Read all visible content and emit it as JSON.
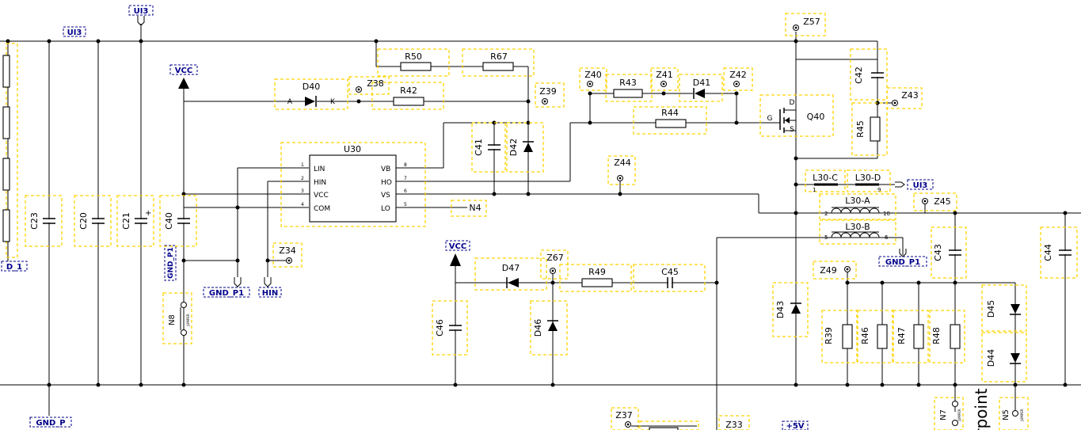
{
  "schematic": {
    "ports": {
      "ui3_top": "UI3",
      "ui3_left": "UI3",
      "ui3_right": "UI3",
      "vcc_1": "VCC",
      "vcc_2": "VCC",
      "gnd_p1_vert": "GND_P1",
      "gnd_p1_bottom": "GND_P1",
      "gnd_p1_right": "GND_P1",
      "hin": "HIN",
      "gnd_p": "GND_P",
      "d_left": "D_1",
      "plus5v": "+5V"
    },
    "ic": {
      "name": "U30",
      "pins_left": [
        {
          "num": "1",
          "label": "LIN"
        },
        {
          "num": "2",
          "label": "HIN"
        },
        {
          "num": "3",
          "label": "VCC"
        },
        {
          "num": "4",
          "label": "COM"
        }
      ],
      "pins_right": [
        {
          "num": "8",
          "label": "VB"
        },
        {
          "num": "7",
          "label": "HO"
        },
        {
          "num": "6",
          "label": "VS"
        },
        {
          "num": "5",
          "label": "LO"
        }
      ]
    },
    "resistors": [
      "R50",
      "R67",
      "R42",
      "R43",
      "R44",
      "R45",
      "R49",
      "R39",
      "R46",
      "R47",
      "R48"
    ],
    "capacitors": [
      "C23",
      "C20",
      "C21",
      "C40",
      "C41",
      "C42",
      "C43",
      "C44",
      "C45",
      "C46"
    ],
    "diodes": [
      "D40",
      "D41",
      "D42",
      "D43",
      "D44",
      "D45",
      "D46",
      "D47"
    ],
    "diode_pins": {
      "anode": "A",
      "cathode": "K"
    },
    "test_points": [
      "Z57",
      "Z38",
      "Z39",
      "Z40",
      "Z41",
      "Z42",
      "Z43",
      "Z44",
      "Z45",
      "Z34",
      "Z67",
      "Z49",
      "Z37",
      "Z33"
    ],
    "jumpers": [
      "N8",
      "N7",
      "N5"
    ],
    "jumper_text": "JUMPER",
    "net_label_n4": "N4",
    "mosfet": {
      "name": "Q40",
      "pins": {
        "d": "D",
        "g": "G",
        "s": "S"
      }
    },
    "inductors": {
      "l30c": {
        "name": "L30-C",
        "pin_a": "1",
        "pin_b": "9"
      },
      "l30d": {
        "name": "L30-D"
      },
      "l30a": {
        "name": "L30-A",
        "pin_a": "2",
        "pin_b": "10"
      },
      "l30b": {
        "name": "L30-B",
        "pin_a": "5",
        "pin_b": "6"
      }
    },
    "partial_text": "rpoint"
  }
}
